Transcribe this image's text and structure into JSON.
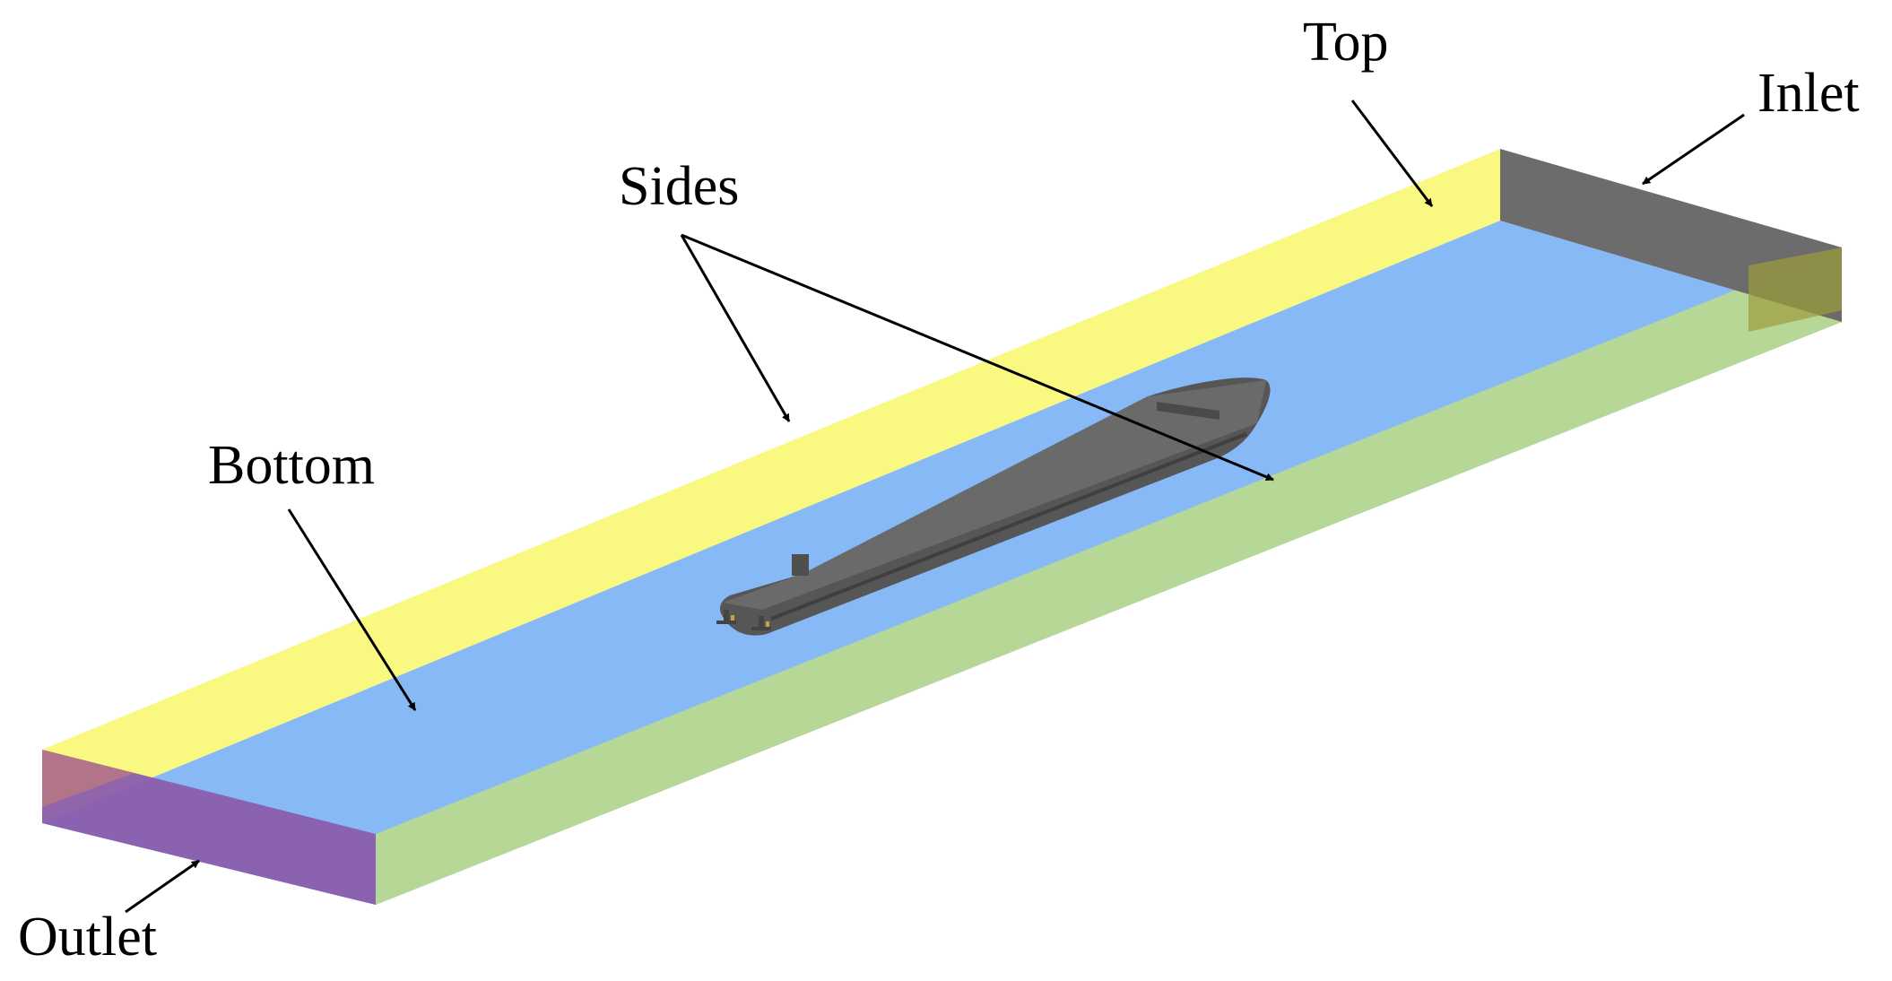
{
  "labels": {
    "top": "Top",
    "inlet": "Inlet",
    "sides": "Sides",
    "bottom": "Bottom",
    "outlet": "Outlet"
  },
  "colors": {
    "bottom_face": "#86B9F5",
    "near_side_face": "#B9D992",
    "far_side_face": "#F9F977",
    "inlet_face": "#666666",
    "outlet_face": "#8B5FAD",
    "ship_hull": "#555555",
    "arrow": "#000000"
  }
}
